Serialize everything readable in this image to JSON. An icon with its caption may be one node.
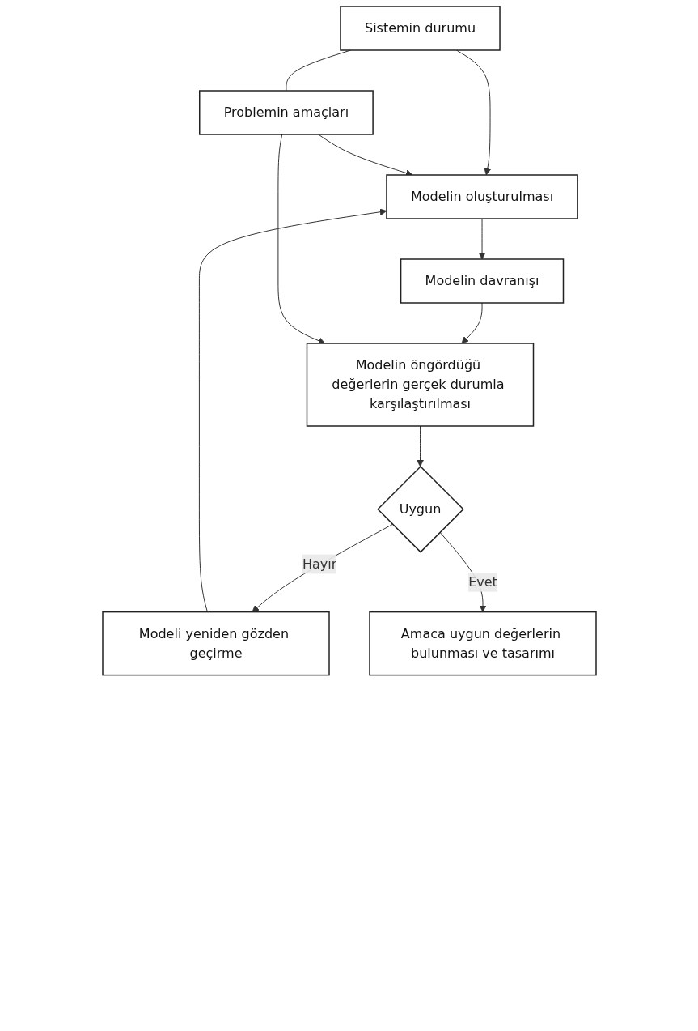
{
  "diagram": {
    "nodes": [
      {
        "text": [
          "Sistemin durumu"
        ]
      },
      {
        "text": [
          "Problemin amaçları"
        ]
      },
      {
        "text": [
          "Modeli yeniden gözden geçirme"
        ]
      },
      {
        "text": [
          "Modelin oluşturulması"
        ]
      },
      {
        "text": [
          "Modelin davranışı"
        ]
      },
      {
        "text": [
          "Modelin öngördüğü değerlerin gerçek durumla karşılaştırılması"
        ]
      },
      {
        "text": [
          "Uygun"
        ]
      },
      {
        "text": [
          "Amaca uygun değerlerin bulunması ve tasarımı"
        ]
      }
    ],
    "edges": [
      {
        "from": 0,
        "to": 1,
        "arrow": "none"
      },
      {
        "from": 0,
        "to": 3,
        "arrow": "to"
      },
      {
        "from": 1,
        "to": 3,
        "arrow": "to"
      },
      {
        "from": 2,
        "to": 3,
        "arrow": "to"
      },
      {
        "from": 3,
        "to": 4,
        "arrow": "to"
      },
      {
        "from": 4,
        "to": 5,
        "arrow": "to"
      },
      {
        "from": 1,
        "to": 5,
        "arrow": "to"
      },
      {
        "from": 5,
        "to": 6,
        "arrow": "to"
      },
      {
        "from": 6,
        "to": 2,
        "arrow": "to",
        "label": "Hayır"
      },
      {
        "from": 6,
        "to": 7,
        "arrow": "to",
        "label": "Evet"
      }
    ]
  }
}
